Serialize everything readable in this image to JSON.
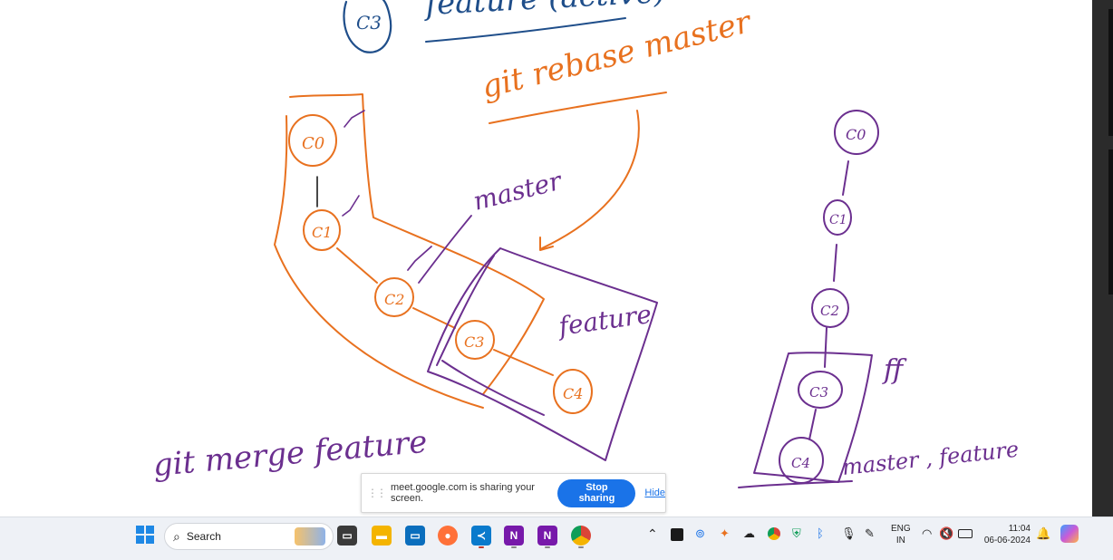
{
  "whiteboard": {
    "top_node": "C3",
    "top_text": "feature (active)",
    "rebase_caption": "git rebase master",
    "left_nodes": [
      "C0",
      "C1",
      "C2",
      "C3",
      "C4"
    ],
    "master_label": "master",
    "feature_label": "feature",
    "merge_caption": "git merge feature",
    "right_nodes": [
      "C0",
      "C1",
      "C2",
      "C3",
      "C4"
    ],
    "ff_label": "ff",
    "right_branch_label": "master , feature"
  },
  "share_banner": {
    "message": "meet.google.com is sharing your screen.",
    "stop_label": "Stop sharing",
    "hide_label": "Hide"
  },
  "taskbar": {
    "search_placeholder": "Search",
    "apps": [
      "start",
      "search",
      "task-view",
      "file-explorer",
      "desktop",
      "firefox",
      "vscode",
      "onenote",
      "onenote-2",
      "chrome"
    ],
    "tray_lang_line1": "ENG",
    "tray_lang_line2": "IN",
    "clock_time": "11:04",
    "clock_date": "06-06-2024"
  },
  "colors": {
    "orange": "#e8711f",
    "purple": "#6b2f8f",
    "blue": "#1f4e8a",
    "accent": "#1a73e8"
  }
}
